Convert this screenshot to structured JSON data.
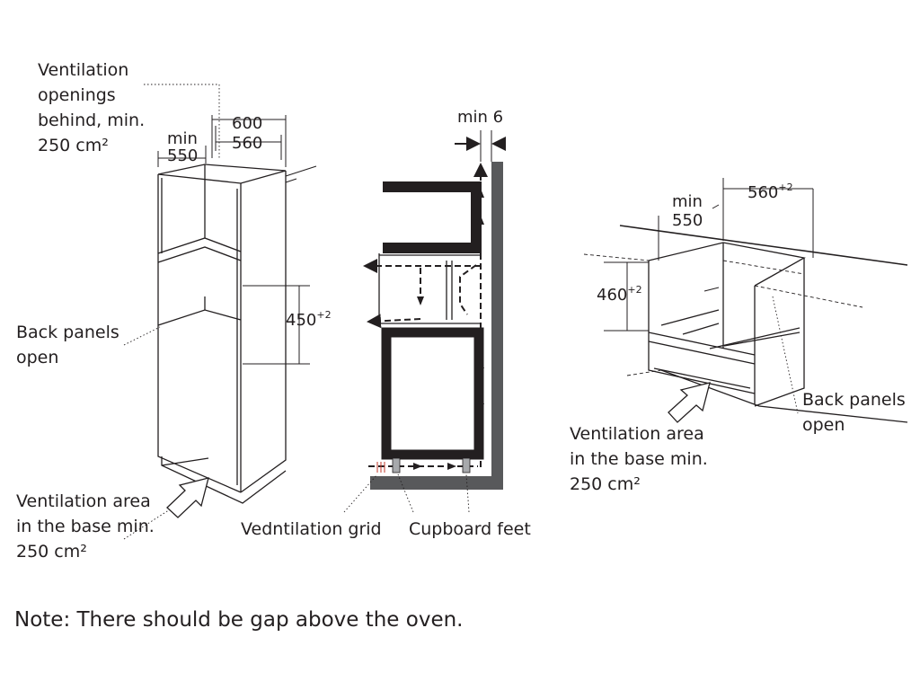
{
  "labels": {
    "vent_behind": [
      "Ventilation",
      "openings",
      "behind, min.",
      "250 cm²"
    ],
    "back_panels_left": [
      "Back panels",
      "open"
    ],
    "vent_base_left": [
      "Ventilation area",
      "in the base min.",
      "250 cm²"
    ],
    "vent_grid": "Vedntilation grid",
    "cupboard_feet": "Cupboard feet",
    "back_panels_right": [
      "Back panels",
      "open"
    ],
    "vent_base_right": [
      "Ventilation area",
      "in the base min.",
      "250 cm²"
    ]
  },
  "dimensions": {
    "min_tall": [
      "min",
      "550"
    ],
    "d600": "600",
    "d560": "560",
    "h450": "450",
    "h450_tol": "+2",
    "min6": "min 6",
    "min_under": [
      "min",
      "550"
    ],
    "w560": "560",
    "w560_tol": "+2",
    "h460": "460",
    "h460_tol": "+2"
  },
  "note": "Note: There should be gap above the oven.",
  "colors": {
    "line": "#231f20",
    "wall": "#58595b",
    "foot": "#a7a9ac"
  }
}
